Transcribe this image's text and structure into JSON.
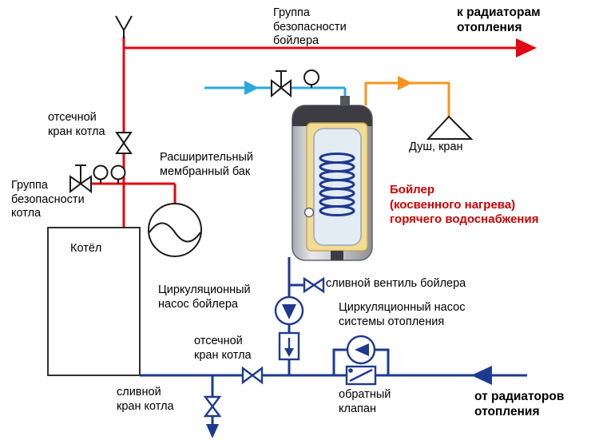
{
  "colors": {
    "supply": "#e30613",
    "cold": "#2aa9dc",
    "dhw": "#f7941e",
    "return": "#1e3a8f",
    "boiler_label": "#cc0000"
  },
  "labels": {
    "boiler_safety_group": "Группа\nбезопасности\nбойлера",
    "to_radiators": "к радиаторам\nотопления",
    "shutoff_valve_top": "отсечной\nкран котла",
    "kotel_safety_group": "Группа\nбезопасности\nкотла",
    "expansion_tank": "Расширительный\nмембранный бак",
    "kotel": "Котёл",
    "shower": "Душ, кран",
    "boiler_title": "Бойлер\n(косвенного нагрева)\nгорячего водоснабжения",
    "boiler_drain_valve": "сливной вентиль бойлера",
    "boiler_pump": "Циркуляционный\nнасос бойлера",
    "heating_pump": "Циркуляционный насос\nсистемы отопления",
    "shutoff_valve_bottom": "отсечной\nкран котла",
    "check_valve": "обратный\nклапан",
    "from_radiators": "от радиаторов\nотопления",
    "kotel_drain": "сливной\nкран котла"
  }
}
